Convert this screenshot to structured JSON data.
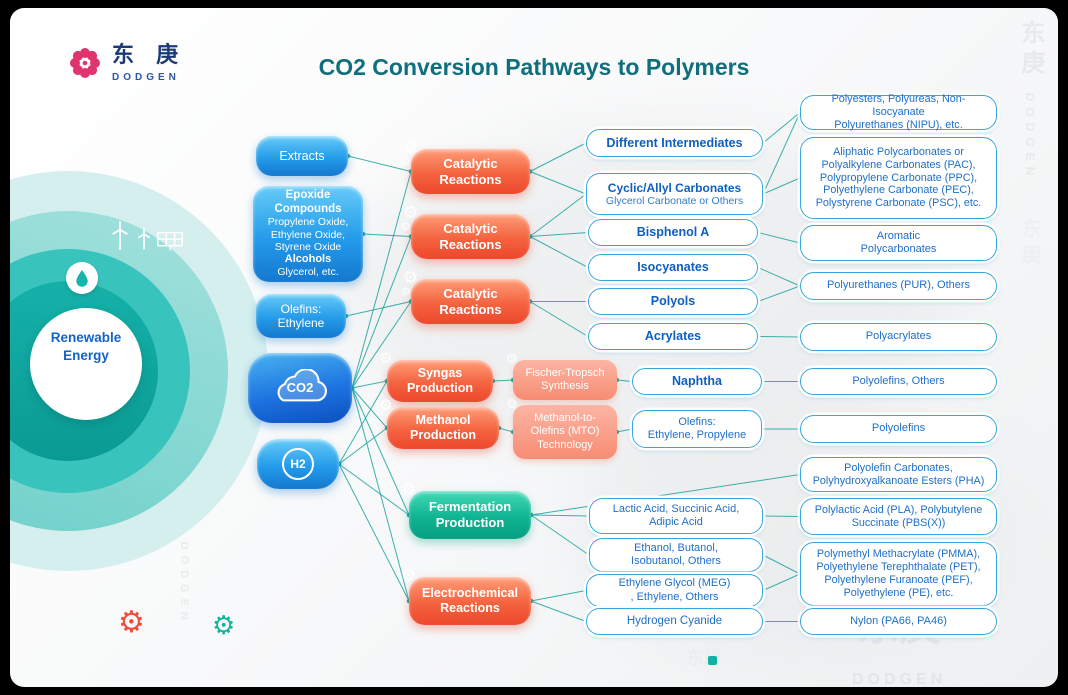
{
  "header": {
    "logo_cn": "东 庚",
    "logo_en": "DODGEN",
    "title": "CO2 Conversion Pathways to Polymers"
  },
  "energy": {
    "label": "Renewable\nEnergy"
  },
  "watermark": {
    "cn": "东庚",
    "en": "DODGEN"
  },
  "colors": {
    "edge": "#1ca49e",
    "process_red": "#ee472c",
    "process_teal": "#05a081",
    "source_blue": "#1478cf",
    "box_border": "#37a7de",
    "box_text": "#1e6fc9",
    "title": "#0f6f7c"
  },
  "nodes": {
    "extracts": {
      "text": "Extracts"
    },
    "epoxide": {
      "title": "Epoxide Compounds",
      "items": "Propylene Oxide,\nEthylene Oxide,\nStyrene Oxide",
      "title2": "Alcohols",
      "items2": "Glycerol, etc."
    },
    "olefins": {
      "text": "Olefins:\nEthylene"
    },
    "co2": {
      "text": "CO2"
    },
    "h2": {
      "text": "H2"
    },
    "cat1": {
      "text": "Catalytic\nReactions"
    },
    "cat2": {
      "text": "Catalytic\nReactions"
    },
    "cat3": {
      "text": "Catalytic\nReactions"
    },
    "syngas": {
      "text": "Syngas\nProduction"
    },
    "methanol": {
      "text": "Methanol\nProduction"
    },
    "ft": {
      "text": "Fischer-Tropsch\nSynthesis"
    },
    "mto": {
      "text": "Methanol-to-\nOlefins (MTO)\nTechnology"
    },
    "ferm": {
      "text": "Fermentation\nProduction"
    },
    "electro": {
      "text": "Electrochemical\nReactions"
    },
    "i_diff": {
      "text": "Different Intermediates"
    },
    "i_cyclic": {
      "title": "Cyclic/Allyl Carbonates",
      "sub": "Glycerol Carbonate or Others"
    },
    "i_bpa": {
      "text": "Bisphenol A"
    },
    "i_iso": {
      "text": "Isocyanates"
    },
    "i_polyols": {
      "text": "Polyols"
    },
    "i_acry": {
      "text": "Acrylates"
    },
    "i_naphtha": {
      "text": "Naphtha"
    },
    "i_olefins": {
      "text": "Olefins:\nEthylene, Propylene"
    },
    "i_lactic": {
      "text": "Lactic Acid, Succinic Acid,\nAdipic Acid"
    },
    "i_ethanol": {
      "text": "Ethanol, Butanol,\nIsobutanol, Others"
    },
    "i_meg": {
      "text": "Ethylene Glycol (MEG)\n, Ethylene, Others"
    },
    "i_hcn": {
      "text": "Hydrogen Cyanide"
    },
    "p_nipu": {
      "text": "Polyesters, Polyureas, Non-Isocyanate\nPolyurethanes (NIPU), etc."
    },
    "p_pac": {
      "text": "Aliphatic Polycarbonates or\nPolyalkylene Carbonates (PAC),\nPolypropylene Carbonate (PPC),\nPolyethylene Carbonate (PEC),\nPolystyrene Carbonate (PSC), etc."
    },
    "p_aromatic": {
      "text": "Aromatic\nPolycarbonates"
    },
    "p_pur": {
      "text": "Polyurethanes (PUR), Others"
    },
    "p_polyacry": {
      "text": "Polyacrylates"
    },
    "p_poly_o": {
      "text": "Polyolefins, Others"
    },
    "p_poly": {
      "text": "Polyolefins"
    },
    "p_pha": {
      "text": "Polyolefin Carbonates,\nPolyhydroxyalkanoate Esters (PHA)"
    },
    "p_pla": {
      "text": "Polylactic Acid (PLA), Polybutylene\nSuccinate (PBS(X))"
    },
    "p_pmma": {
      "text": "Polymethyl Methacrylate (PMMA),\nPolyethylene Terephthalate (PET),\nPolyethylene Furanoate (PEF),\nPolyethylene (PE), etc."
    },
    "p_nylon": {
      "text": "Nylon (PA66, PA46)"
    }
  },
  "edges": [
    [
      "extracts",
      "cat1"
    ],
    [
      "epoxide",
      "cat2"
    ],
    [
      "olefins",
      "cat3"
    ],
    [
      "co2",
      "cat1"
    ],
    [
      "co2",
      "cat2"
    ],
    [
      "co2",
      "cat3"
    ],
    [
      "co2",
      "syngas"
    ],
    [
      "co2",
      "methanol"
    ],
    [
      "co2",
      "ferm"
    ],
    [
      "co2",
      "electro"
    ],
    [
      "h2",
      "syngas"
    ],
    [
      "h2",
      "methanol"
    ],
    [
      "h2",
      "ferm"
    ],
    [
      "h2",
      "electro"
    ],
    [
      "cat1",
      "i_diff"
    ],
    [
      "cat1",
      "i_cyclic"
    ],
    [
      "cat2",
      "i_cyclic"
    ],
    [
      "cat2",
      "i_bpa"
    ],
    [
      "cat2",
      "i_iso"
    ],
    [
      "cat3",
      "i_polyols"
    ],
    [
      "cat3",
      "i_acry"
    ],
    [
      "syngas",
      "ft"
    ],
    [
      "ft",
      "i_naphtha"
    ],
    [
      "methanol",
      "mto"
    ],
    [
      "mto",
      "i_olefins"
    ],
    [
      "ferm",
      "i_lactic"
    ],
    [
      "ferm",
      "i_ethanol"
    ],
    [
      "ferm",
      "p_pha"
    ],
    [
      "electro",
      "i_meg"
    ],
    [
      "electro",
      "i_hcn"
    ],
    [
      "i_diff",
      "p_nipu"
    ],
    [
      "i_cyclic",
      "p_nipu"
    ],
    [
      "i_cyclic",
      "p_pac"
    ],
    [
      "i_bpa",
      "p_aromatic"
    ],
    [
      "i_iso",
      "p_pur"
    ],
    [
      "i_polyols",
      "p_pur"
    ],
    [
      "i_acry",
      "p_polyacry"
    ],
    [
      "i_naphtha",
      "p_poly_o"
    ],
    [
      "i_olefins",
      "p_poly"
    ],
    [
      "i_lactic",
      "p_pla"
    ],
    [
      "i_ethanol",
      "p_pmma"
    ],
    [
      "i_meg",
      "p_pmma"
    ],
    [
      "i_hcn",
      "p_nylon"
    ]
  ]
}
